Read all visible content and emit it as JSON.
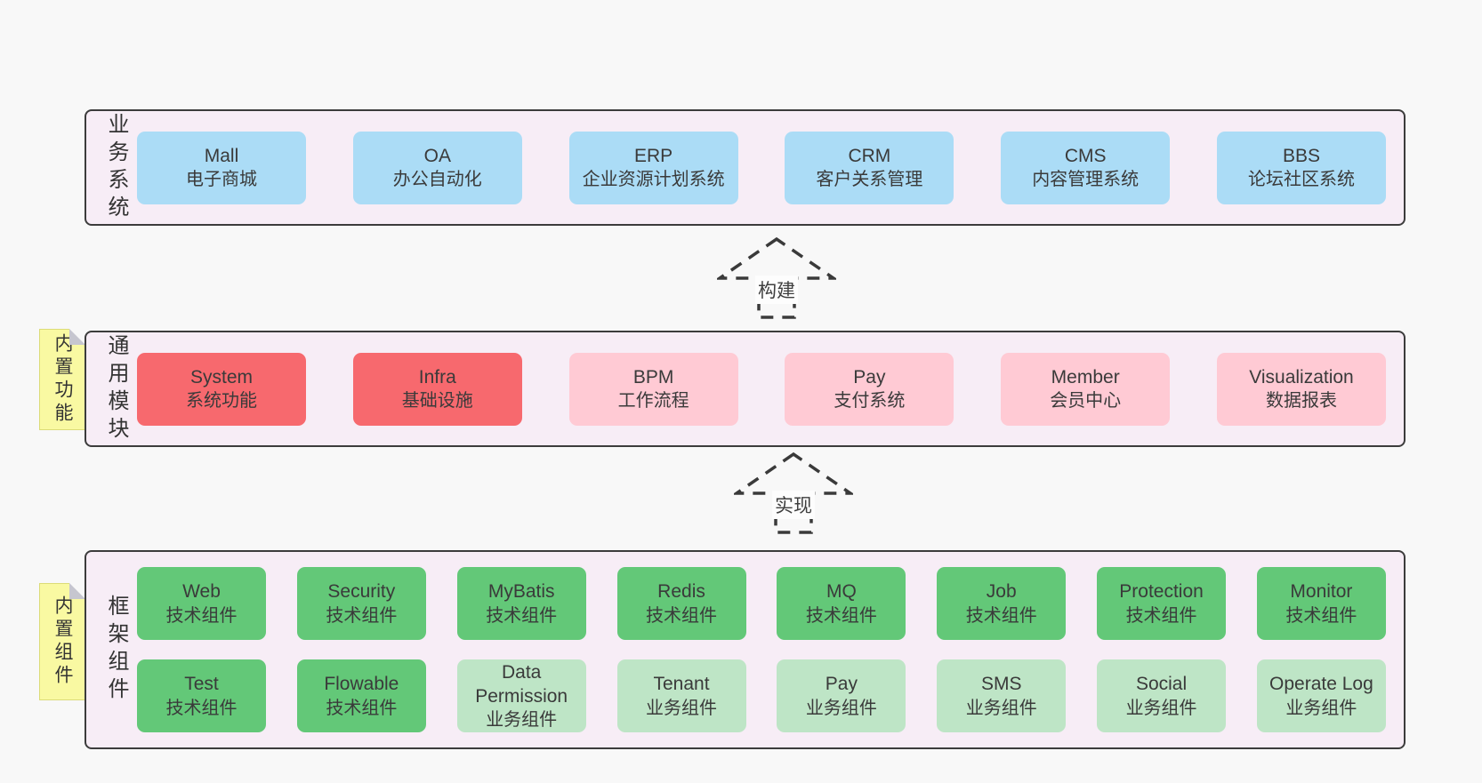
{
  "colors": {
    "blue": "#abdcf6",
    "red": "#f7696e",
    "pink": "#ffcad4",
    "green": "#63c878",
    "lightGreen": "#bee5c6",
    "panelBg": "#f7edf6",
    "panelBorder": "#3c3c3c",
    "tabYellow": "#f9f9a2",
    "pageBg": "#f8f8f8",
    "text": "#3a3a3a"
  },
  "arrows": [
    {
      "label": "构建"
    },
    {
      "label": "实现"
    }
  ],
  "panels": [
    {
      "name": "business-systems",
      "side_label": "业务系统",
      "tab_label": "",
      "rows": [
        [
          {
            "title": "Mall",
            "subtitle": "电子商城",
            "color": "blue"
          },
          {
            "title": "OA",
            "subtitle": "办公自动化",
            "color": "blue"
          },
          {
            "title": "ERP",
            "subtitle": "企业资源计划系统",
            "color": "blue"
          },
          {
            "title": "CRM",
            "subtitle": "客户关系管理",
            "color": "blue"
          },
          {
            "title": "CMS",
            "subtitle": "内容管理系统",
            "color": "blue"
          },
          {
            "title": "BBS",
            "subtitle": "论坛社区系统",
            "color": "blue"
          }
        ]
      ]
    },
    {
      "name": "common-modules",
      "side_label": "通用模块",
      "tab_label": "内置功能",
      "rows": [
        [
          {
            "title": "System",
            "subtitle": "系统功能",
            "color": "red"
          },
          {
            "title": "Infra",
            "subtitle": "基础设施",
            "color": "red"
          },
          {
            "title": "BPM",
            "subtitle": "工作流程",
            "color": "pink"
          },
          {
            "title": "Pay",
            "subtitle": "支付系统",
            "color": "pink"
          },
          {
            "title": "Member",
            "subtitle": "会员中心",
            "color": "pink"
          },
          {
            "title": "Visualization",
            "subtitle": "数据报表",
            "color": "pink"
          }
        ]
      ]
    },
    {
      "name": "framework-components",
      "side_label": "框架组件",
      "tab_label": "内置组件",
      "rows": [
        [
          {
            "title": "Web",
            "subtitle": "技术组件",
            "color": "green"
          },
          {
            "title": "Security",
            "subtitle": "技术组件",
            "color": "green"
          },
          {
            "title": "MyBatis",
            "subtitle": "技术组件",
            "color": "green"
          },
          {
            "title": "Redis",
            "subtitle": "技术组件",
            "color": "green"
          },
          {
            "title": "MQ",
            "subtitle": "技术组件",
            "color": "green"
          },
          {
            "title": "Job",
            "subtitle": "技术组件",
            "color": "green"
          },
          {
            "title": "Protection",
            "subtitle": "技术组件",
            "color": "green"
          },
          {
            "title": "Monitor",
            "subtitle": "技术组件",
            "color": "green"
          }
        ],
        [
          {
            "title": "Test",
            "subtitle": "技术组件",
            "color": "green"
          },
          {
            "title": "Flowable",
            "subtitle": "技术组件",
            "color": "green"
          },
          {
            "title": "Data Permission",
            "subtitle": "业务组件",
            "color": "lightGreen"
          },
          {
            "title": "Tenant",
            "subtitle": "业务组件",
            "color": "lightGreen"
          },
          {
            "title": "Pay",
            "subtitle": "业务组件",
            "color": "lightGreen"
          },
          {
            "title": "SMS",
            "subtitle": "业务组件",
            "color": "lightGreen"
          },
          {
            "title": "Social",
            "subtitle": "业务组件",
            "color": "lightGreen"
          },
          {
            "title": "Operate Log",
            "subtitle": "业务组件",
            "color": "lightGreen"
          }
        ]
      ]
    }
  ]
}
